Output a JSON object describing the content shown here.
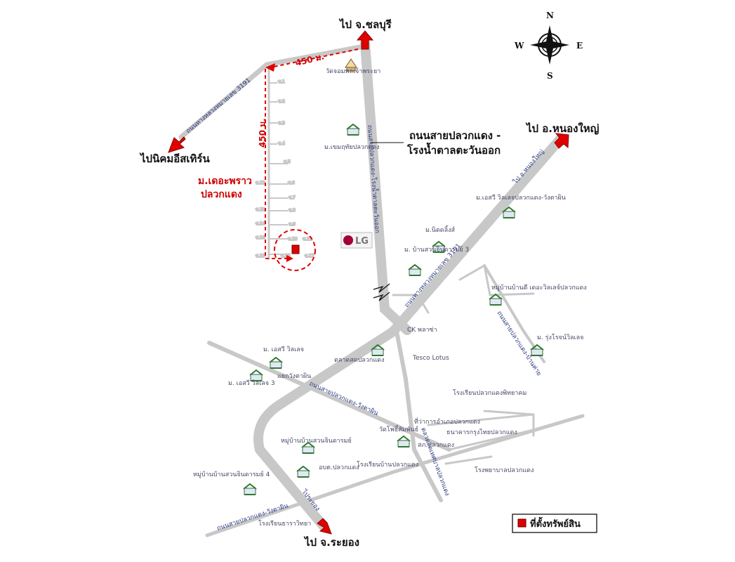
{
  "directions": {
    "north": "ไป จ.ชลบุรี",
    "west": "ไปนิคมอีสเทิร์น",
    "northeast": "ไป อ.หนองใหญ่",
    "south": "ไป จ.ระยอง"
  },
  "compass": {
    "n": "N",
    "s": "S",
    "e": "E",
    "w": "W"
  },
  "main_road_label_line1": "ถนนสายปลวกแดง -",
  "main_road_label_line2": "โรงน้ำตาลตะวันออก",
  "village_name_line1": "ม.เดอะพราว",
  "village_name_line2": "ปลวกแดง",
  "distance_1": "450 ม.",
  "distance_2": "450 ม.",
  "roads": {
    "main_vertical": "ถนนสายปลวกแดง-โรงน้ำตาลตะวันออก",
    "diagonal": "ถนนทางหลวงหมายเลข 3191",
    "lower_diagonal": "ถนนสายปลวกแดง-วังตาผิน",
    "west_road": "ถนนทางหลวงหมายเลข 3191",
    "bottom_road": "ถนนสายปลวกแดง-วังตาผิน",
    "ne_road": "ไป อ.หนองใหญ่",
    "toward_rayong": "ไประยอง",
    "east_branch": "ถนนสายปลวกแดง-บ้านค่าย"
  },
  "places": {
    "temple_top": "วัดจอมพลเจ้าพระยา",
    "village_1": "ม.เขมฤทัยปลวกแดง",
    "lg": "LG",
    "village_2": "ม.เอสวี วิลเลจปลวกแดง-วังตาผิน",
    "village_3": "ม.นิดดลิ้งส์",
    "village_4": "ม. บ้านสวนจินดารมย์ 3",
    "village_5": "หมู่บ้านบ้านดี เดอะวิลเลจ์ปลวกแดง",
    "village_6": "ม. รุ่งโรจน์วิลเลจ",
    "ck": "CK พลาซ่า",
    "tesco": "Tesco Lotus",
    "market": "ตลาดสดปลวกแดง",
    "village_7": "ม. เอสวี วิลเลจ",
    "village_8": "ม. เอสวี วิลเลจ 3",
    "intersection": "แยกวังตาผิน",
    "school_1": "โรงเรียนปลวกแดงพิทยาคม",
    "district_office": "ที่ว่าการอำเภอปลวกแดง",
    "police": "สภ.ปลวกแดง",
    "bank": "ธนาคารกรุงไทยปลวกแดง",
    "temple_2": "วัดโพธิ์สัมพันธ์",
    "village_9": "หมู่บ้านบ้านสวนจินดารมย์",
    "hospital_sub": "อบต.ปลวกแดง",
    "school_2": "โรงเรียนบ้านปลวกแดง",
    "hospital": "โรงพยาบาลปลวกแดง",
    "market_2": "ตลาดสดเทศบาลปลวกแดง",
    "village_10": "หมู่บ้านบ้านสวนจินดารมย์ 4",
    "school_3": "โรงเรียนธาราวิทยา"
  },
  "sois": [
    "ซ.1",
    "ซ.2",
    "ซ.3",
    "ซ.4",
    "ซ.5",
    "ซ.6",
    "ซ.7",
    "ซ.8",
    "ซ.9",
    "ซ.10",
    "ซ.11",
    "ซ.12",
    "ซ.13",
    "ซ.14",
    "ซ.15",
    "ซ.16",
    "ซ.17",
    "ซ.18"
  ],
  "legend_label": "ที่ตั้งทรัพย์สิน",
  "colors": {
    "road": "#c8c8c8",
    "accent": "#e00000",
    "text_blue": "#2b3a80",
    "route": "#e00000"
  }
}
